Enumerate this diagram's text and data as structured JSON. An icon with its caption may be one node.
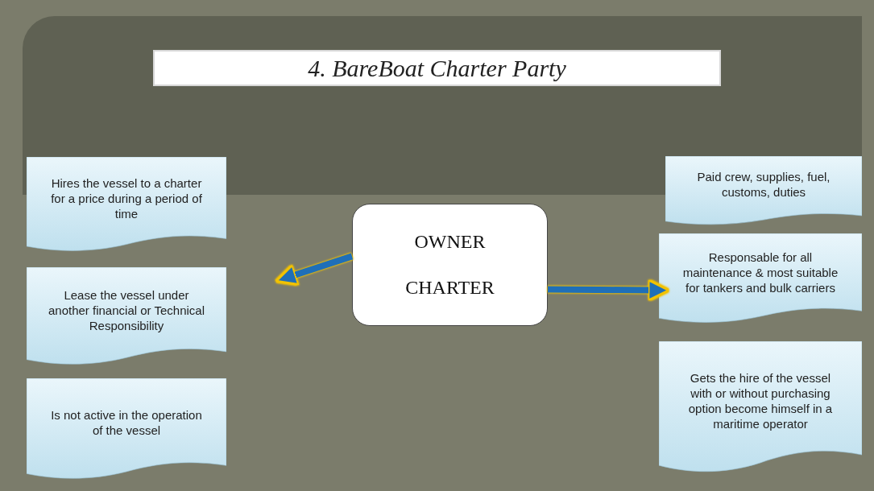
{
  "diagram": {
    "title": "4. BareBoat Charter Party",
    "nodes": [
      {
        "text": [
          "Hires the vessel to a charter for a price during a period of time"
        ]
      },
      {
        "text": [
          "Lease the vessel under another financial or Technical Responsibility"
        ]
      },
      {
        "text": [
          "Is not active in the operation of the vessel"
        ]
      },
      {
        "text": [
          "OWNER",
          "CHARTER"
        ]
      },
      {
        "text": [
          "Paid crew, supplies, fuel, customs, duties"
        ]
      },
      {
        "text": [
          "Responsable for all maintenance & most suitable for tankers and bulk carriers"
        ]
      },
      {
        "text": [
          "Gets the hire of the vessel with or without purchasing option become himself in a maritime operator"
        ]
      }
    ],
    "edges": [
      {
        "from": 3,
        "to": null,
        "arrow": "to"
      },
      {
        "from": 3,
        "to": 5,
        "arrow": "to"
      }
    ]
  }
}
